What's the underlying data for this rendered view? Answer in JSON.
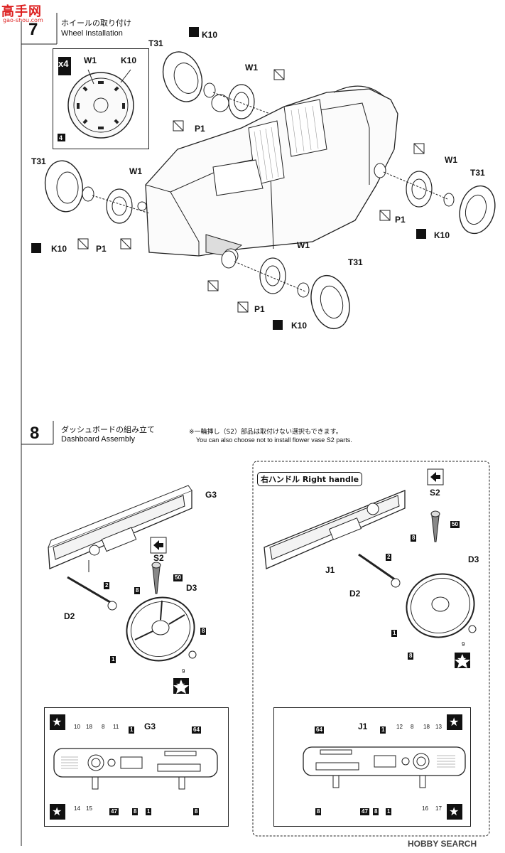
{
  "site_logo": {
    "brand": "高手网",
    "url": "gao-shou.com"
  },
  "step7": {
    "number": "7",
    "title_jp": "ホイールの取り付け",
    "title_en": "Wheel Installation",
    "detail": {
      "multiplier": "x4",
      "w1": "W1",
      "k10": "K10",
      "num": "4"
    },
    "labels": {
      "t31": "T31",
      "k10": "K10",
      "w1": "W1",
      "p1": "P1"
    }
  },
  "step8": {
    "number": "8",
    "title_jp": "ダッシュボードの組み立て",
    "title_en": "Dashboard Assembly",
    "note_jp": "※一輪挿し（S2）部品は取付けない選択もできます。",
    "note_en": "You can also choose not to install flower vase S2 parts.",
    "right_handle": "右ハンドル Right handle",
    "labels": {
      "g3": "G3",
      "s2": "S2",
      "d3": "D3",
      "d2": "D2",
      "j1": "J1"
    },
    "nums": {
      "n1": "1",
      "n2": "2",
      "n8": "8",
      "n9": "9",
      "n50": "50",
      "n64": "64",
      "n47": "47"
    },
    "gauge_left": {
      "n10": "10",
      "n18": "18",
      "n8": "8",
      "n11": "11",
      "n14": "14",
      "n15": "15"
    },
    "gauge_right": {
      "n12": "12",
      "n8": "8",
      "n18": "18",
      "n13": "13",
      "n16": "16",
      "n17": "17"
    }
  },
  "watermark": "HOBBY SEARCH"
}
